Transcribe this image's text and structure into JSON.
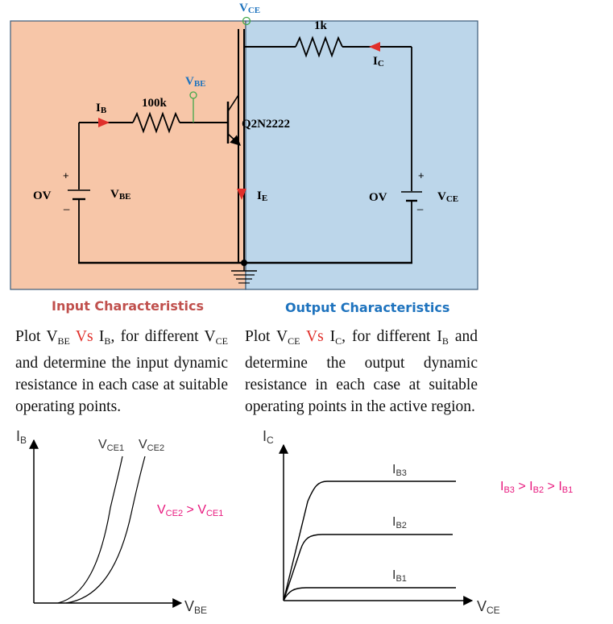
{
  "circuit": {
    "vce_top": {
      "main": "V",
      "sub": "CE"
    },
    "collector_resistor": "1k",
    "collector_current": {
      "main": "I",
      "sub": "C"
    },
    "vbe_probe": {
      "main": "V",
      "sub": "BE"
    },
    "base_current": {
      "main": "I",
      "sub": "B"
    },
    "base_resistor": "100k",
    "transistor": "Q2N2222",
    "emitter_current": {
      "main": "I",
      "sub": "E"
    },
    "left_source": {
      "plus": "+",
      "minus": "_",
      "ov": "OV",
      "main": "V",
      "sub": "BE"
    },
    "right_source": {
      "plus": "+",
      "minus": "_",
      "ov": "OV",
      "main": "V",
      "sub": "CE"
    },
    "colors": {
      "input_panel": "#f7c6a8",
      "output_panel": "#bcd6ea",
      "arrow": "#e0302b",
      "vce_label": "#1e73be",
      "probe_green": "#43a84a"
    }
  },
  "input_section": {
    "title": "Input Characteristics",
    "title_color": "#c0504d",
    "description": {
      "p1": "Plot V",
      "s1": "BE",
      "vs": "Vs",
      "p2": " I",
      "s2": "B",
      "p3": ", for different V",
      "s3": "CE",
      "p4": " and determine the input dynamic resistance in each case at suitable operating points."
    }
  },
  "output_section": {
    "title": "Output Characteristics",
    "title_color": "#1e73be",
    "description": {
      "p1": "Plot V",
      "s1": "CE",
      "vs": "Vs",
      "p2": " I",
      "s2": "C",
      "p3": ", for different I",
      "s3": "B",
      "p4": " and determine the output dynamic resistance in each case at suitable operating points in the active region."
    }
  },
  "input_graph": {
    "y_axis": {
      "main": "I",
      "sub": "B"
    },
    "x_axis": {
      "main": "V",
      "sub": "BE"
    },
    "curve1": {
      "main": "V",
      "sub": "CE1"
    },
    "curve2": {
      "main": "V",
      "sub": "CE2"
    },
    "relation": {
      "a": "V",
      "as": "CE2",
      "op": " > ",
      "b": "V",
      "bs": "CE1"
    },
    "relation_color": "#e8177d"
  },
  "output_graph": {
    "y_axis": {
      "main": "I",
      "sub": "C"
    },
    "x_axis": {
      "main": "V",
      "sub": "CE"
    },
    "curves": [
      {
        "main": "I",
        "sub": "B3"
      },
      {
        "main": "I",
        "sub": "B2"
      },
      {
        "main": "I",
        "sub": "B1"
      }
    ],
    "relation": {
      "a": "I",
      "as": "B3",
      "op1": " > ",
      "b": "I",
      "bs": "B2",
      "op2": " > ",
      "c": "I",
      "cs": "B1"
    },
    "relation_color": "#e8177d"
  }
}
